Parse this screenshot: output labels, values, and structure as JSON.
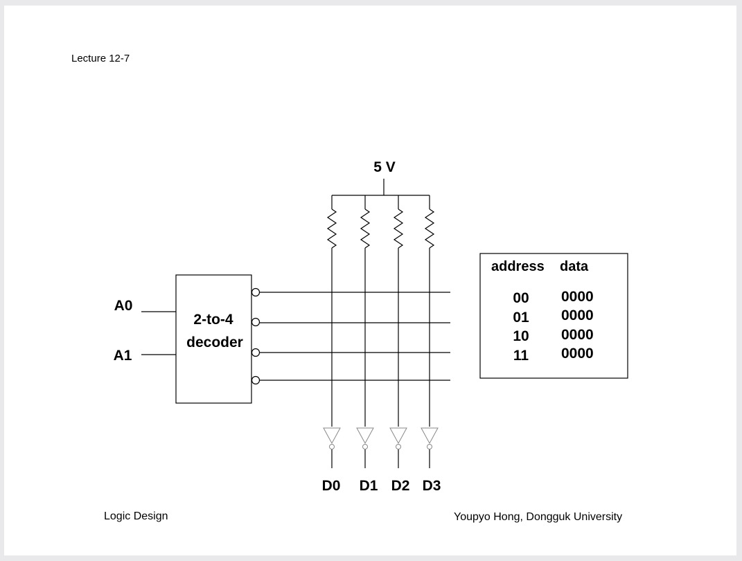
{
  "header": {
    "lecture": "Lecture 12-7"
  },
  "footer": {
    "course": "Logic Design",
    "author": "Youpyo Hong, Dongguk University"
  },
  "circuit": {
    "supply": "5 V",
    "inputs": [
      "A0",
      "A1"
    ],
    "decoder_line1": "2-to-4",
    "decoder_line2": "decoder",
    "outputs": [
      "D0",
      "D1",
      "D2",
      "D3"
    ]
  },
  "memory_table": {
    "headers": [
      "address",
      "data"
    ],
    "rows": [
      {
        "address": "00",
        "data": "0000"
      },
      {
        "address": "01",
        "data": "0000"
      },
      {
        "address": "10",
        "data": "0000"
      },
      {
        "address": "11",
        "data": "0000"
      }
    ]
  }
}
